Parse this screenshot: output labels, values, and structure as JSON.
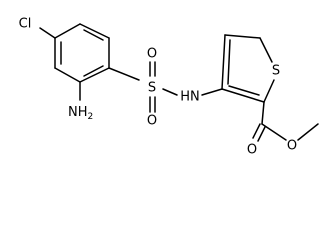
{
  "structure": {
    "atoms": {
      "chloro": "Cl",
      "amino": "NH2",
      "sulfonyl_sulfur": "S",
      "sulfonyl_oxygen_top": "O",
      "sulfonyl_oxygen_bottom": "O",
      "sulfonamide_nitrogen": "HN",
      "thiophene_sulfur": "S",
      "carbonyl_oxygen": "O",
      "ester_oxygen": "O"
    }
  }
}
